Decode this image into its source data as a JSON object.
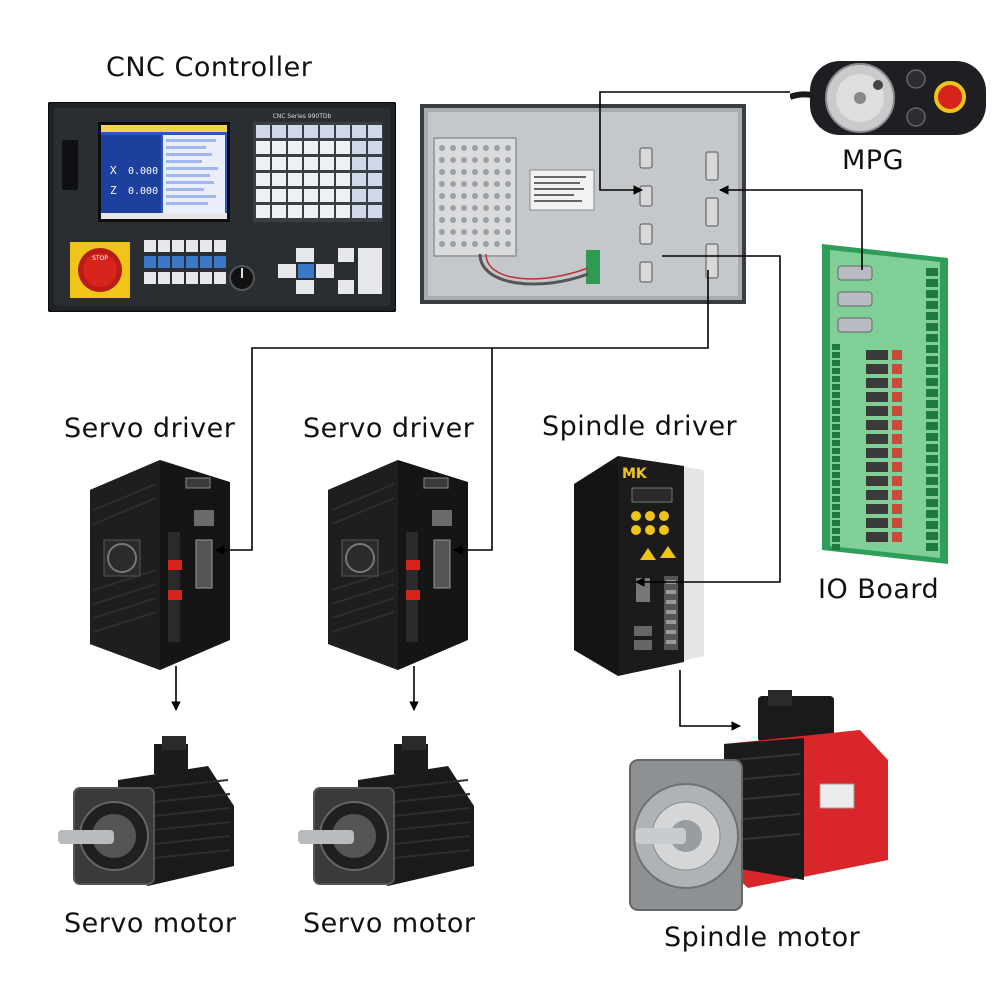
{
  "labels": {
    "cnc_controller": "CNC Controller",
    "mpg": "MPG",
    "servo_driver_1": "Servo driver",
    "servo_driver_2": "Servo driver",
    "spindle_driver": "Spindle driver",
    "io_board": "IO Board",
    "servo_motor_1": "Servo motor",
    "servo_motor_2": "Servo motor",
    "spindle_motor": "Spindle motor"
  },
  "cnc_panel": {
    "brand": "CNC Series 990TDb",
    "readout_x_axis": "X",
    "readout_x_value": "0.000",
    "readout_z_axis": "Z",
    "readout_z_value": "0.000",
    "stop_text": "STOP"
  },
  "spindle_driver_panel": {
    "logo": "MK"
  },
  "colors": {
    "background": "#ffffff",
    "wire": "#000000",
    "panel_dark": "#1f2226",
    "screen_blue": "#2c56c8",
    "estop_red": "#d8231c",
    "io_board_green": "#2e9e5a",
    "spindle_red": "#d9262a",
    "driver_black": "#151515"
  }
}
